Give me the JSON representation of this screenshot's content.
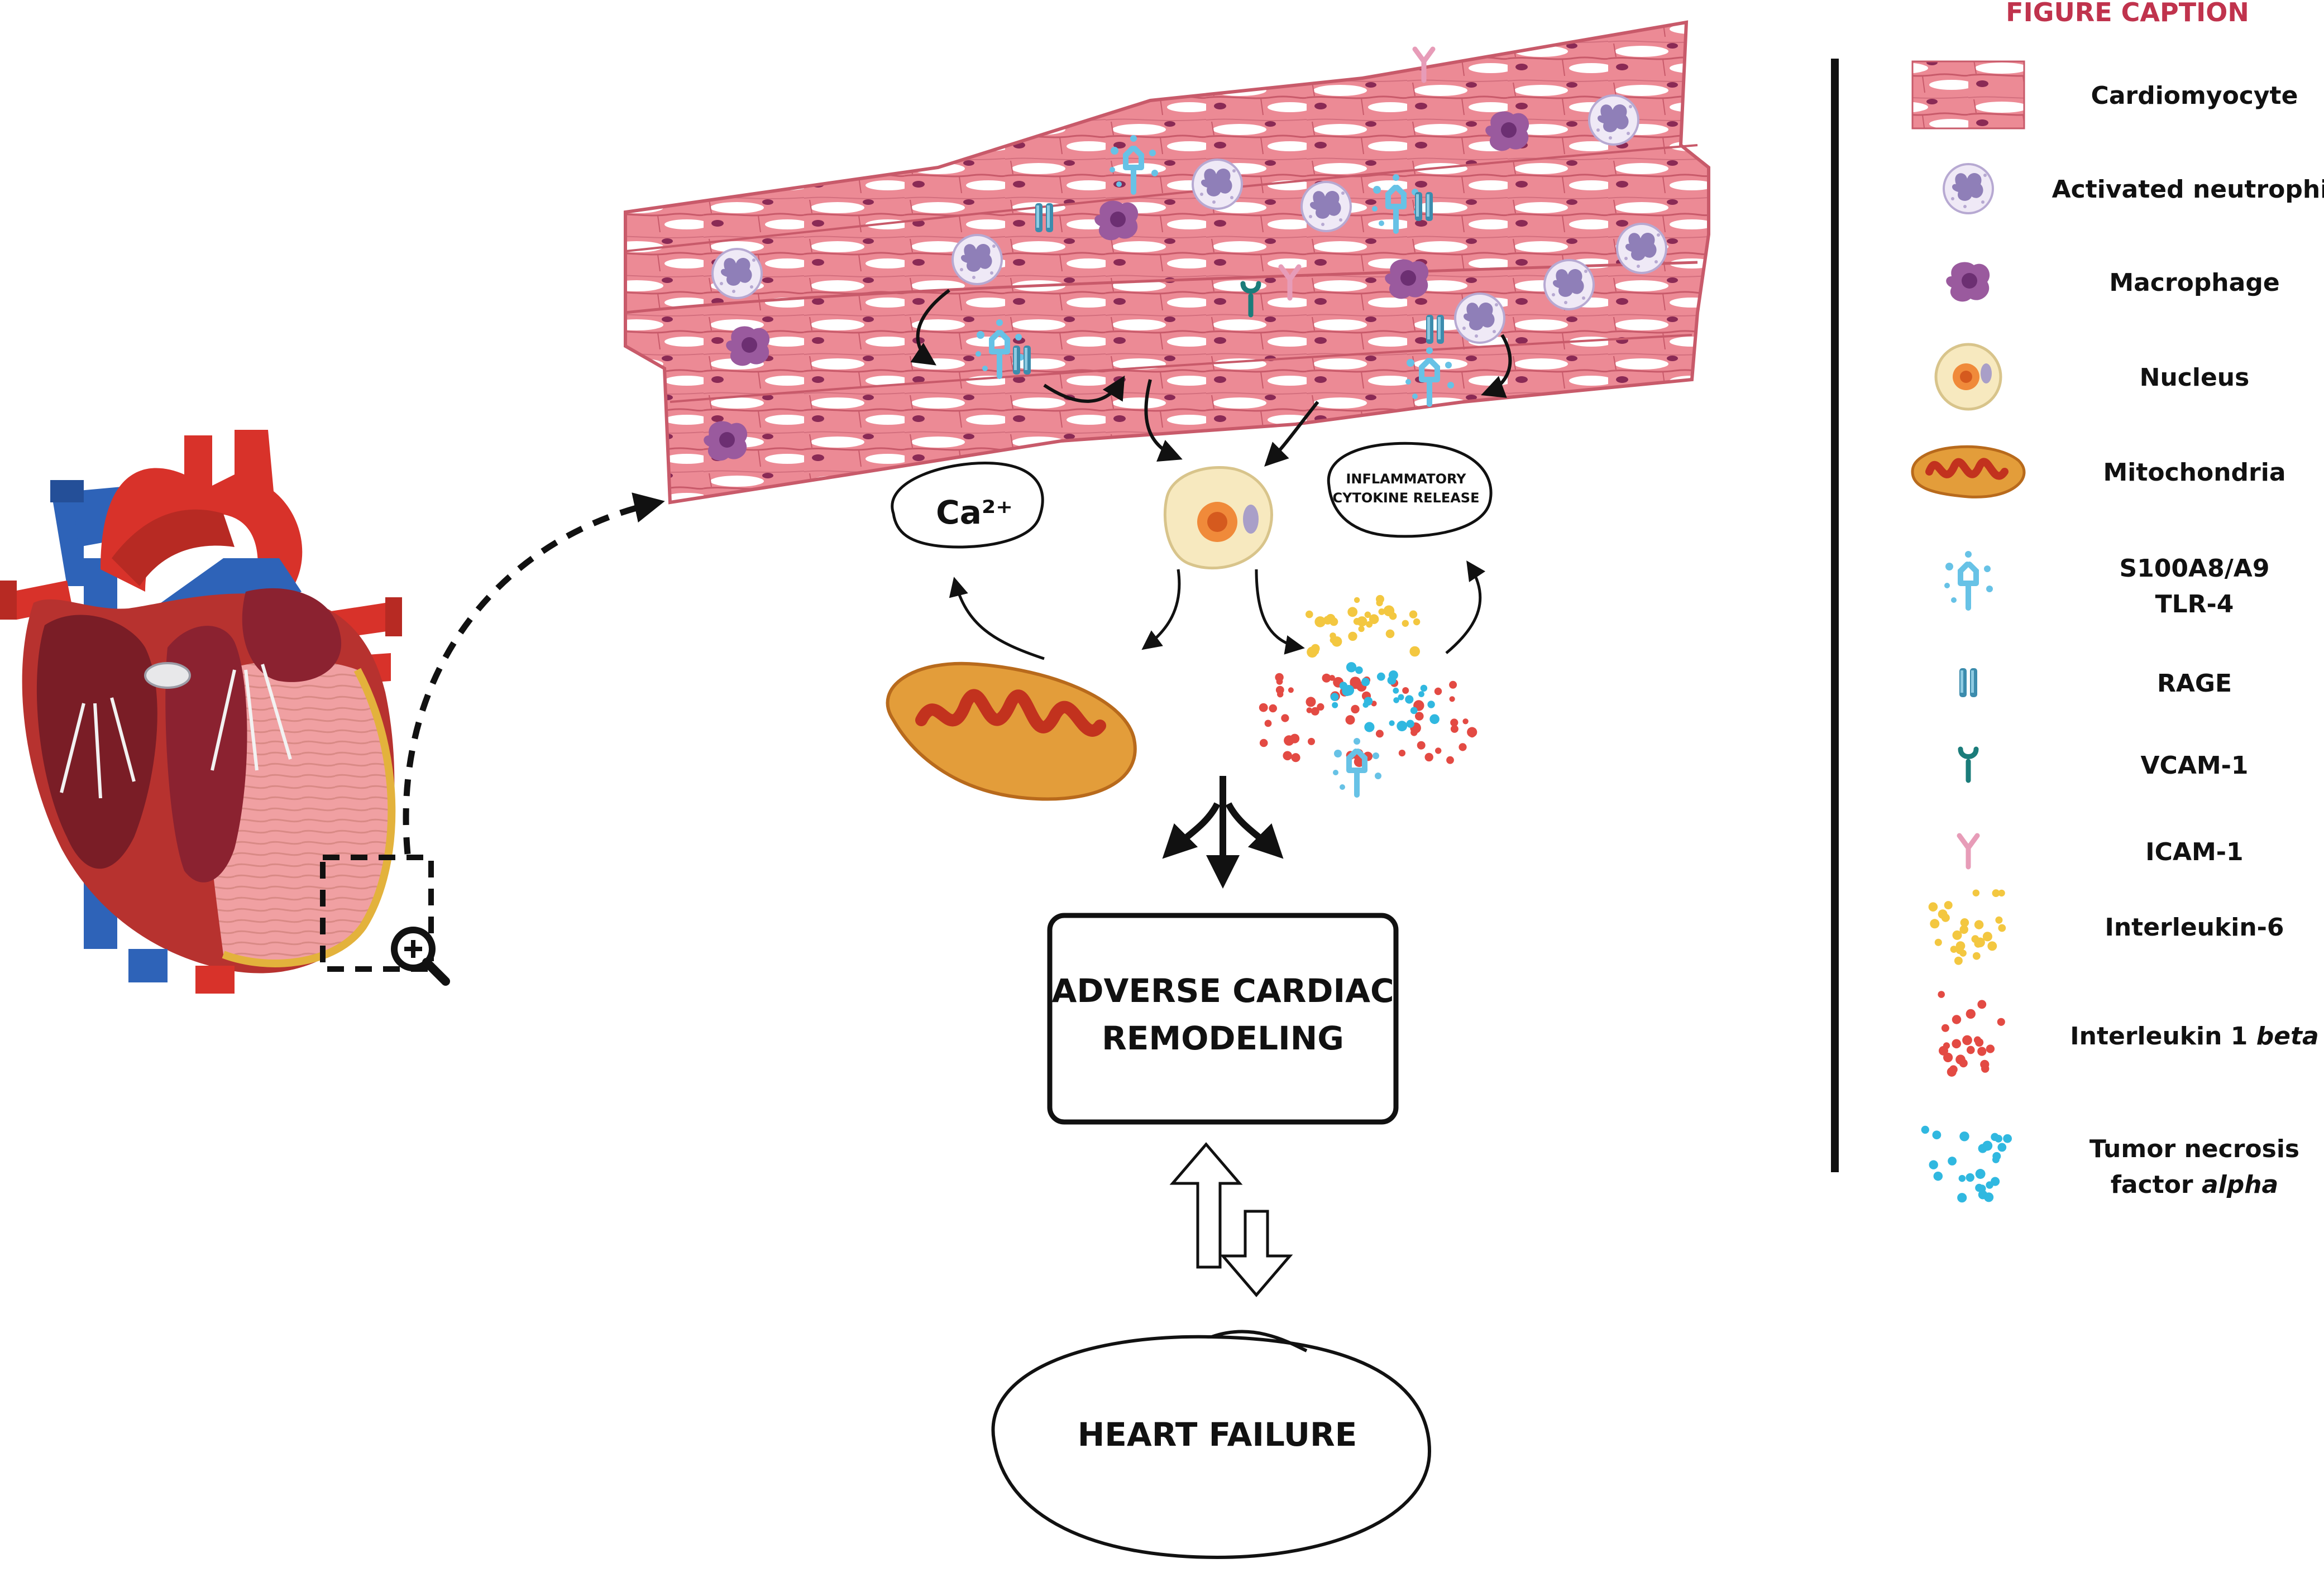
{
  "diagram": {
    "ca_label": "Ca²⁺",
    "cytokine_label_line1": "INFLAMMATORY",
    "cytokine_label_line2": "CYTOKINE RELEASE",
    "remodeling_line1": "ADVERSE CARDIAC",
    "remodeling_line2": "REMODELING",
    "heart_failure": "HEART FAILURE"
  },
  "legend": {
    "title": "FIGURE CAPTION",
    "title_color": "#c0334d",
    "items": [
      {
        "label": "Cardiomyocyte",
        "icon": "cardiomyocyte-icon"
      },
      {
        "label": "Activated neutrophil",
        "icon": "neutrophil-icon"
      },
      {
        "label": "Macrophage",
        "icon": "macrophage-icon"
      },
      {
        "label": "Nucleus",
        "icon": "nucleus-icon"
      },
      {
        "label": "Mitochondria",
        "icon": "mitochondria-icon"
      },
      {
        "label": "S100A8/A9",
        "label2": "TLR-4",
        "icon": "s100a8-a9-tlr4-icon"
      },
      {
        "label": "RAGE",
        "icon": "rage-icon"
      },
      {
        "label": "VCAM-1",
        "icon": "vcam1-icon"
      },
      {
        "label": "ICAM-1",
        "icon": "icam1-icon"
      },
      {
        "label": "Interleukin-6",
        "icon": "interleukin-6-icon"
      },
      {
        "label": "Interleukin 1 ",
        "label_italic": "beta",
        "icon": "interleukin-1-beta-icon"
      },
      {
        "label": "Tumor necrosis",
        "label2": "factor ",
        "label2_italic": "alpha",
        "icon": "tnf-alpha-icon"
      }
    ]
  },
  "colors": {
    "tissue": "#ec8a95",
    "tissue_dark": "#c85a6a",
    "cell_nucleus": "#8a2a55",
    "neutrophil": "#e6dff2",
    "neutrophil_lobe": "#8f7fb8",
    "macrophage": "#9a5a9e",
    "tlr4": "#67c2e6",
    "rage": "#3c8cad",
    "vcam": "#1b7c7a",
    "icam": "#e79cb8",
    "il6": "#f3c740",
    "il1b": "#e34a43",
    "tnf": "#30b8e0",
    "heart_red": "#d8322a",
    "heart_blue": "#2e63b8"
  }
}
